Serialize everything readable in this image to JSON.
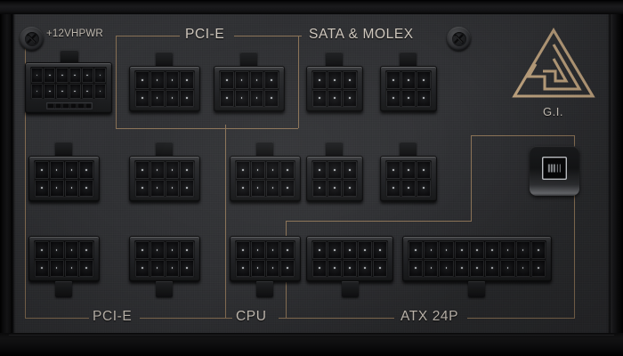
{
  "device": {
    "type": "power-supply-modular-panel",
    "brand_logo": "gi-triangle-logo",
    "brand_caption": "G.I."
  },
  "labels": {
    "hpwr": "+12VHPWR",
    "pcie_top": "PCI-E",
    "sata_molex": "SATA & MOLEX",
    "pcie_bottom": "PCI-E",
    "cpu": "CPU",
    "atx24p": "ATX 24P"
  },
  "colors": {
    "plate": "#303134",
    "bronze_line": "#8a7256",
    "label_text": "#cfc7bd",
    "logo_bronze": "#c0a480",
    "pin_dot": "#b9bcc0",
    "case_black": "#0a0a0b"
  },
  "ports": {
    "hpwr": {
      "name": "+12VHPWR",
      "cols": 6,
      "rows": 2,
      "pins": 12,
      "sideband_pins": 6
    },
    "pcie_top_1": {
      "name": "PCI-E",
      "cols": 4,
      "rows": 2,
      "pins": 8
    },
    "pcie_top_2": {
      "name": "PCI-E",
      "cols": 4,
      "rows": 2,
      "pins": 8
    },
    "sata_molex_1": {
      "name": "SATA & MOLEX",
      "cols": 3,
      "rows": 2,
      "pins": 6
    },
    "sata_molex_2": {
      "name": "SATA & MOLEX",
      "cols": 3,
      "rows": 2,
      "pins": 6
    },
    "mid_1": {
      "name": "PCI-E",
      "cols": 4,
      "rows": 2,
      "pins": 8
    },
    "mid_2": {
      "name": "PCI-E",
      "cols": 4,
      "rows": 2,
      "pins": 8
    },
    "mid_3": {
      "name": "CPU",
      "cols": 4,
      "rows": 2,
      "pins": 8
    },
    "mid_4": {
      "name": "SATA & MOLEX",
      "cols": 3,
      "rows": 2,
      "pins": 6
    },
    "mid_5": {
      "name": "SATA & MOLEX",
      "cols": 3,
      "rows": 2,
      "pins": 6
    },
    "bot_1": {
      "name": "PCI-E",
      "cols": 4,
      "rows": 2,
      "pins": 8
    },
    "bot_2": {
      "name": "PCI-E",
      "cols": 4,
      "rows": 2,
      "pins": 8
    },
    "bot_3": {
      "name": "CPU",
      "cols": 4,
      "rows": 2,
      "pins": 8
    },
    "atx_a": {
      "name": "ATX 24P",
      "cols": 5,
      "rows": 2,
      "pins": 10
    },
    "atx_b": {
      "name": "ATX 24P",
      "cols": 9,
      "rows": 2,
      "pins": 18
    }
  },
  "connectivity": {
    "usb_port": "mini-usb-port",
    "usb_contacts": 5
  },
  "fasteners": {
    "screw_left": "phillips-screw",
    "screw_right": "phillips-screw"
  }
}
